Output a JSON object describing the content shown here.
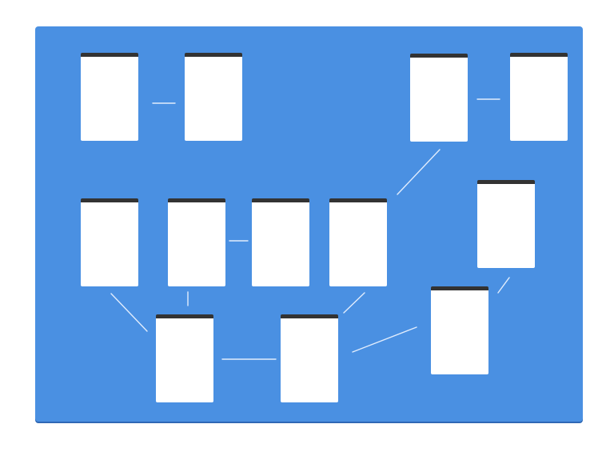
{
  "diagram": {
    "canvas_color": "#4A90E2",
    "card_color": "#ffffff",
    "card_header_color": "#333333",
    "connector_color": "#eaf2ff",
    "cards": [
      {
        "id": "card-1"
      },
      {
        "id": "card-2"
      },
      {
        "id": "card-3"
      },
      {
        "id": "card-4"
      },
      {
        "id": "card-5"
      },
      {
        "id": "card-6"
      },
      {
        "id": "card-7"
      },
      {
        "id": "card-8"
      },
      {
        "id": "card-9"
      },
      {
        "id": "card-10"
      },
      {
        "id": "card-11"
      },
      {
        "id": "card-12"
      }
    ],
    "connections": [
      [
        "card-1",
        "card-2"
      ],
      [
        "card-3",
        "card-4"
      ],
      [
        "card-3",
        "card-8"
      ],
      [
        "card-6",
        "card-7"
      ],
      [
        "card-5",
        "card-10"
      ],
      [
        "card-6",
        "card-10"
      ],
      [
        "card-8",
        "card-11"
      ],
      [
        "card-10",
        "card-11"
      ],
      [
        "card-11",
        "card-12"
      ],
      [
        "card-12",
        "card-9"
      ]
    ]
  }
}
